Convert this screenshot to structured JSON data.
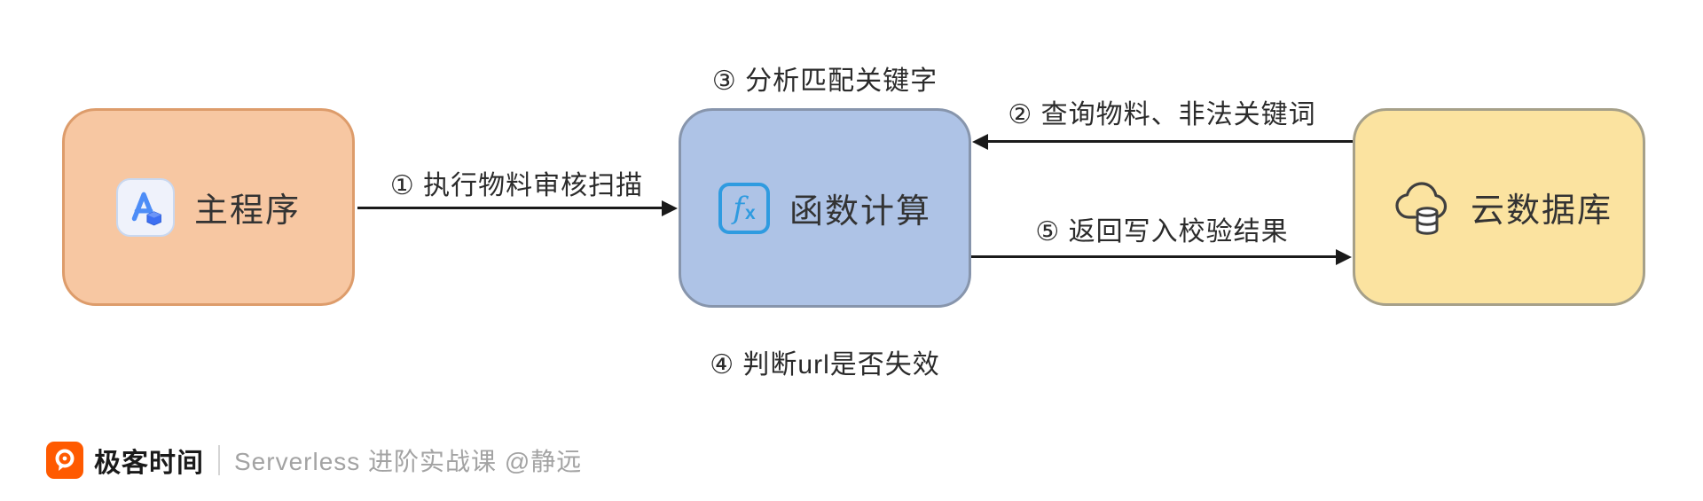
{
  "diagram": {
    "nodes": {
      "main_program": {
        "label": "主程序"
      },
      "function_compute": {
        "label": "函数计算",
        "icon_f": "f",
        "icon_x": "x"
      },
      "cloud_database": {
        "label": "云数据库"
      }
    },
    "steps": {
      "step1": "① 执行物料审核扫描",
      "step2": "② 查询物料、非法关键词",
      "step3": "③ 分析匹配关键字",
      "step4": "④ 判断url是否失效",
      "step5": "⑤ 返回写入校验结果"
    }
  },
  "footer": {
    "brand": "极客时间",
    "course": "Serverless 进阶实战课 @静远"
  },
  "colors": {
    "main_program_fill": "#F7C7A2",
    "main_program_border": "#DD9C6B",
    "function_compute_fill": "#AEC3E6",
    "function_compute_border": "#8795AC",
    "cloud_database_fill": "#FBE3A0",
    "cloud_database_border": "#A6A089",
    "arrow": "#1a1a1a",
    "fx_blue": "#2F9BE0",
    "appstore_blue": "#4D8DF7",
    "brand_orange": "#FF5A00"
  }
}
